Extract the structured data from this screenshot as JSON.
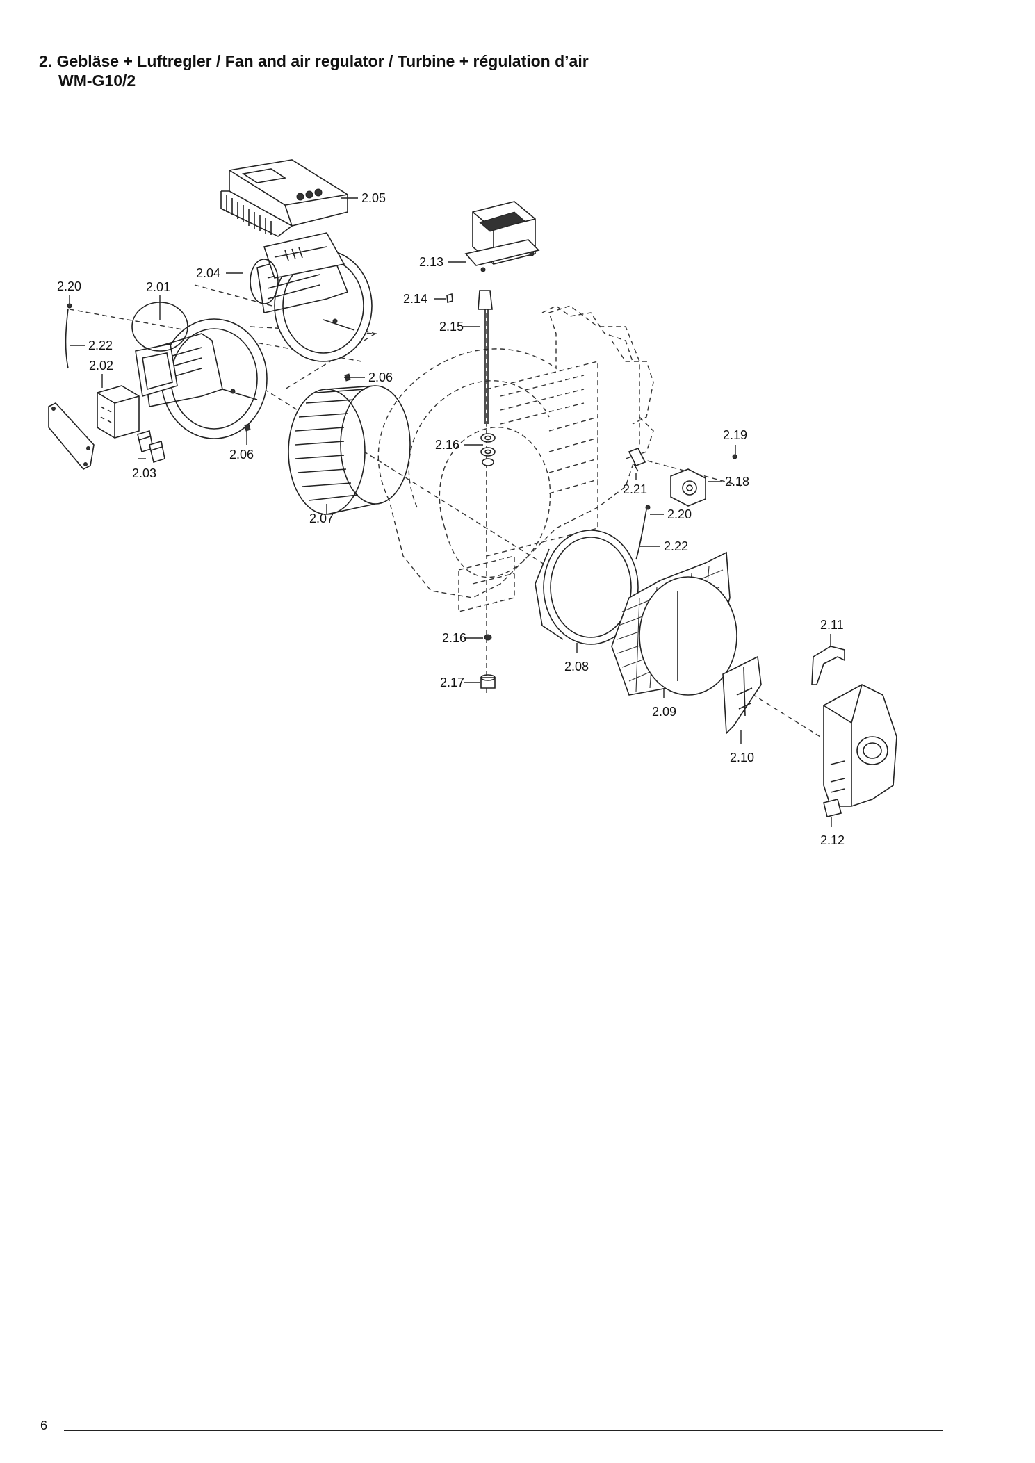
{
  "header": {
    "title": "2. Gebläse + Luftregler / Fan and air regulator / Turbine + régulation d’air",
    "model": "WM-G10/2"
  },
  "footer": {
    "page_number": "6"
  },
  "callouts": [
    "2.01",
    "2.02",
    "2.03",
    "2.04",
    "2.05",
    "2.06",
    "2.06",
    "2.07",
    "2.08",
    "2.09",
    "2.10",
    "2.11",
    "2.12",
    "2.13",
    "2.14",
    "2.15",
    "2.16",
    "2.16",
    "2.17",
    "2.18",
    "2.19",
    "2.20",
    "2.20",
    "2.21",
    "2.22",
    "2.22"
  ]
}
